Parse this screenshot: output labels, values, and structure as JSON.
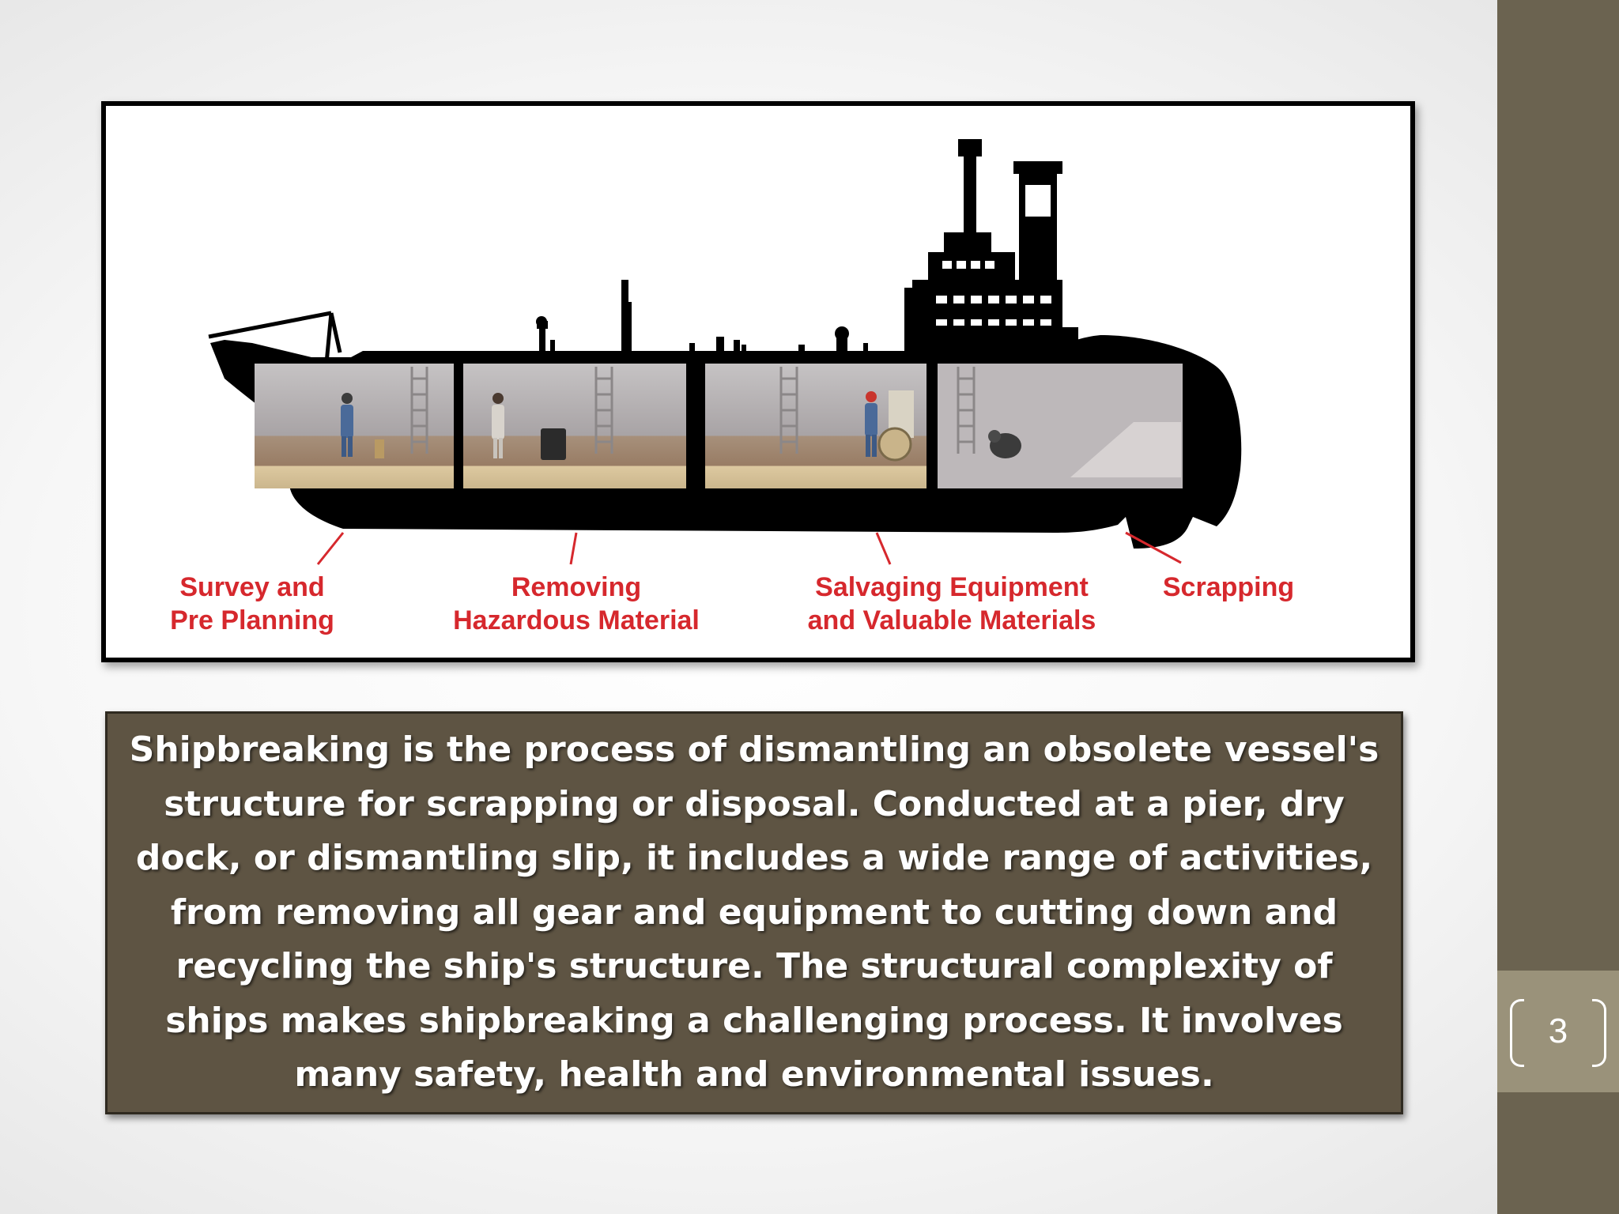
{
  "slide": {
    "page_number": "3",
    "description": "Shipbreaking is the process of dismantling an obsolete vessel's structure for scrapping or disposal. Conducted at a pier, dry dock, or dismantling slip, it includes a wide range of activities, from removing all gear and equipment to cutting down and recycling the ship's structure. The structural complexity of ships makes shipbreaking a challenging process. It involves many safety, health and environmental issues."
  },
  "figure": {
    "stages": [
      {
        "line1": "Survey and",
        "line2": "Pre Planning"
      },
      {
        "line1": "Removing",
        "line2": "Hazardous Material"
      },
      {
        "line1": "Salvaging Equipment",
        "line2": "and Valuable Materials"
      },
      {
        "line1": "Scrapping",
        "line2": ""
      }
    ]
  },
  "colors": {
    "sidebar": "#6b6350",
    "page_badge": "#9a927a",
    "text_box": "#5e5443",
    "stage_label": "#d6282d"
  }
}
